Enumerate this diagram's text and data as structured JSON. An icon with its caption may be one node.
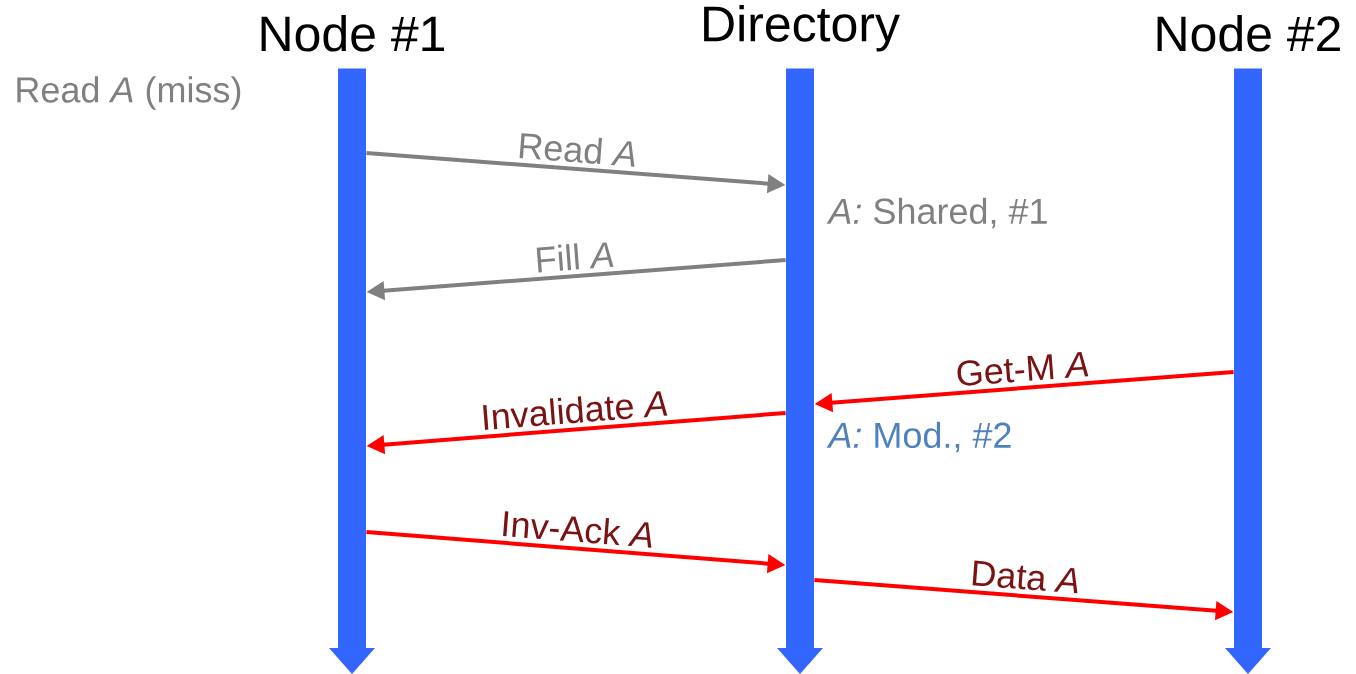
{
  "diagram": {
    "nodes": [
      {
        "text": [
          "Node #1"
        ]
      },
      {
        "text": [
          "Directory"
        ]
      },
      {
        "text": [
          "Node #2"
        ]
      }
    ],
    "edges": [
      {
        "from": 0,
        "to": 1,
        "arrow": "to",
        "label": "Read *A*",
        "color": "#808080"
      },
      {
        "from": 1,
        "to": 0,
        "arrow": "to",
        "label": "Fill *A*",
        "color": "#808080"
      },
      {
        "from": 2,
        "to": 1,
        "arrow": "to",
        "label": "Get-M *A*"
      },
      {
        "from": 1,
        "to": 0,
        "arrow": "to",
        "label": "Invalidate *A*"
      },
      {
        "from": 0,
        "to": 1,
        "arrow": "to",
        "label": "Inv-Ack *A*"
      },
      {
        "from": 1,
        "to": 2,
        "arrow": "to",
        "label": "Data *A*"
      }
    ],
    "labels": [
      "Read *A* (miss)",
      "*A:* Shared, #1",
      "*A:* Mod., #2"
    ]
  }
}
